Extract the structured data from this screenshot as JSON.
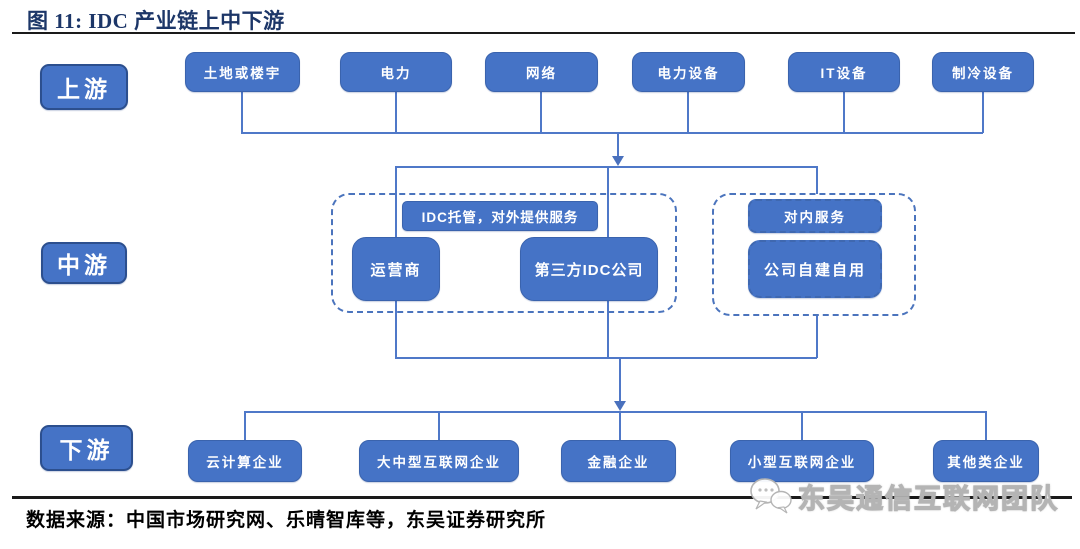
{
  "title": "图 11:  IDC 产业链上中下游",
  "source_note": "数据来源：中国市场研究网、乐晴智库等，东吴证券研究所",
  "watermark": {
    "label": "东吴通信互联网团队",
    "icon": "wechat-bubbles-icon"
  },
  "stages": {
    "upstream_label": "上游",
    "midstream_label": "中游",
    "downstream_label": "下游"
  },
  "upstream_items": [
    "土地或楼宇",
    "电力",
    "网络",
    "电力设备",
    "IT设备",
    "制冷设备"
  ],
  "midstream": {
    "external_group": {
      "header": "IDC托管，对外提供服务",
      "items": [
        "运营商",
        "第三方IDC公司"
      ]
    },
    "internal_group": {
      "header": "对内服务",
      "items": [
        "公司自建自用"
      ]
    }
  },
  "downstream_items": [
    "云计算企业",
    "大中型互联网企业",
    "金融企业",
    "小型互联网企业",
    "其他类企业"
  ],
  "colors": {
    "box_fill": "#4573c6",
    "box_border": "#3a63ad",
    "stage_border": "#2c4f8e",
    "connector": "#4f78c8",
    "title_text": "#1c3668",
    "rule": "#1a1a1a"
  }
}
